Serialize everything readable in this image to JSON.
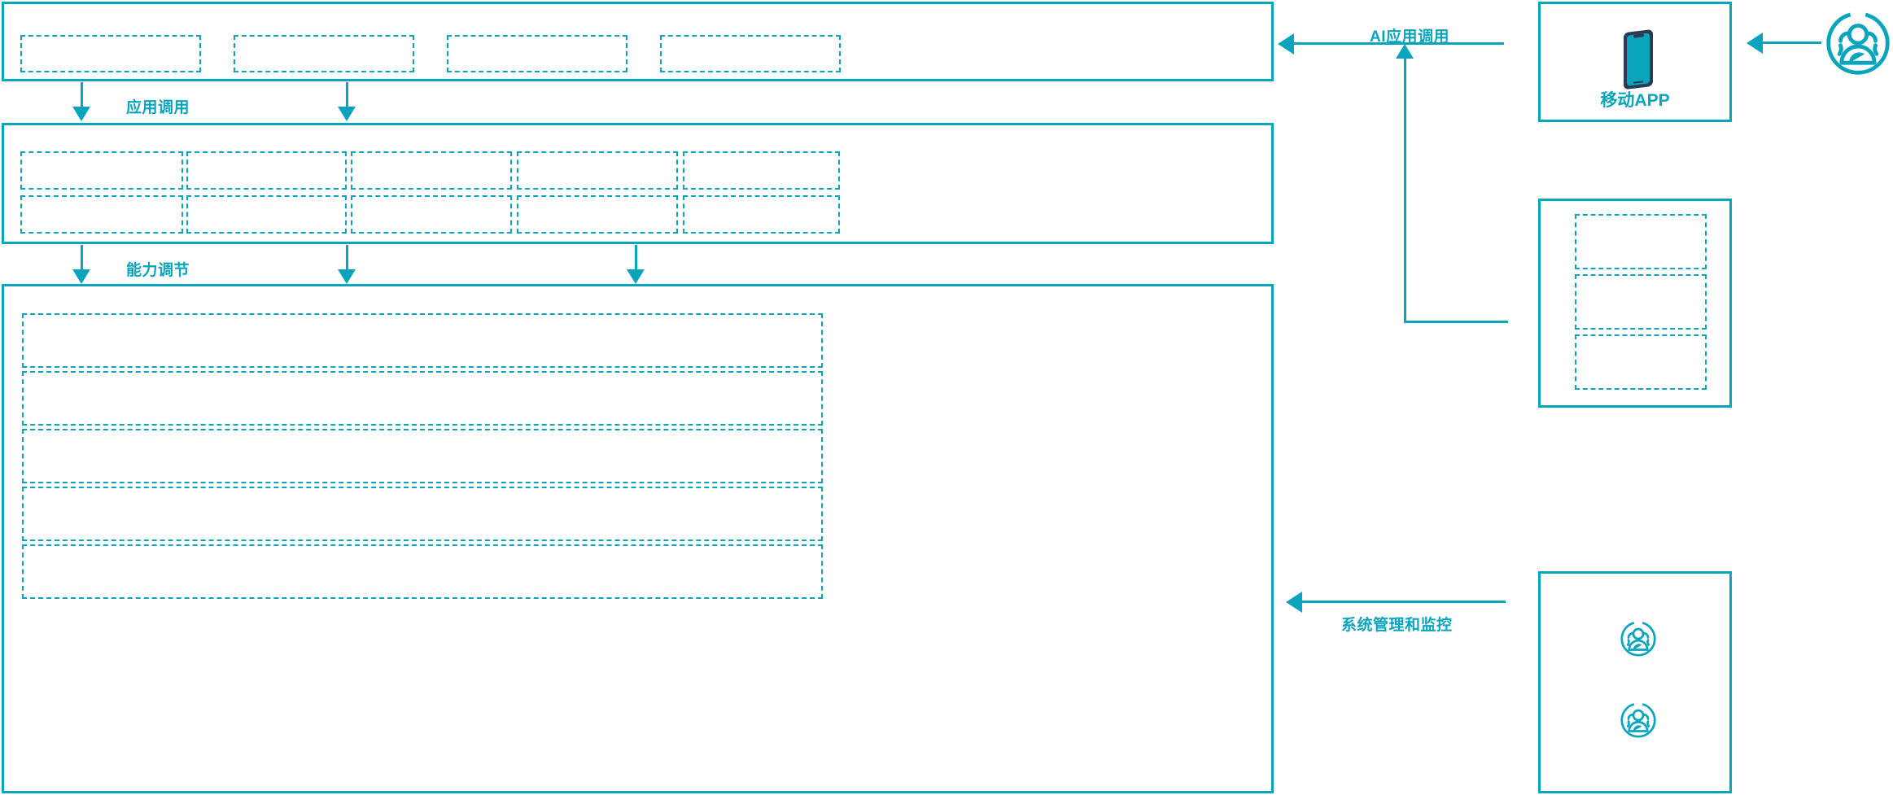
{
  "theme": {
    "accent": "#0aa5bd",
    "phone_frame": "#2c3b52",
    "phone_screen": "#0aa5bd",
    "background": "#ffffff"
  },
  "diagram": {
    "flow_labels": {
      "app_invoke": "应用调用",
      "capability_adjust": "能力调节",
      "ai_app_invoke": "AI应用调用",
      "system_mgmt_monitor": "系统管理和监控"
    },
    "layers": [
      {
        "id": "application-layer",
        "slot_count": 4,
        "slots": [
          {
            "label": ""
          },
          {
            "label": ""
          },
          {
            "label": ""
          },
          {
            "label": ""
          }
        ]
      },
      {
        "id": "capability-layer",
        "columns": 5,
        "rows": 2,
        "slots": [
          {
            "label": ""
          },
          {
            "label": ""
          },
          {
            "label": ""
          },
          {
            "label": ""
          },
          {
            "label": ""
          },
          {
            "label": ""
          },
          {
            "label": ""
          },
          {
            "label": ""
          },
          {
            "label": ""
          },
          {
            "label": ""
          }
        ]
      },
      {
        "id": "infrastructure-layer",
        "slot_count": 5,
        "slots": [
          {
            "label": ""
          },
          {
            "label": ""
          },
          {
            "label": ""
          },
          {
            "label": ""
          },
          {
            "label": ""
          }
        ]
      }
    ],
    "side_panels": [
      {
        "id": "mobile-app-panel",
        "caption": "移动APP",
        "icon": "mobile-phone-icon"
      },
      {
        "id": "channel-panel",
        "caption": "",
        "slot_count": 3,
        "slots": [
          {
            "label": ""
          },
          {
            "label": ""
          },
          {
            "label": ""
          }
        ]
      },
      {
        "id": "operations-panel",
        "caption": "",
        "icons": [
          "users-group-icon",
          "users-group-icon"
        ]
      }
    ],
    "actors": [
      {
        "id": "end-user-actor",
        "icon": "users-group-icon",
        "label": ""
      }
    ]
  }
}
